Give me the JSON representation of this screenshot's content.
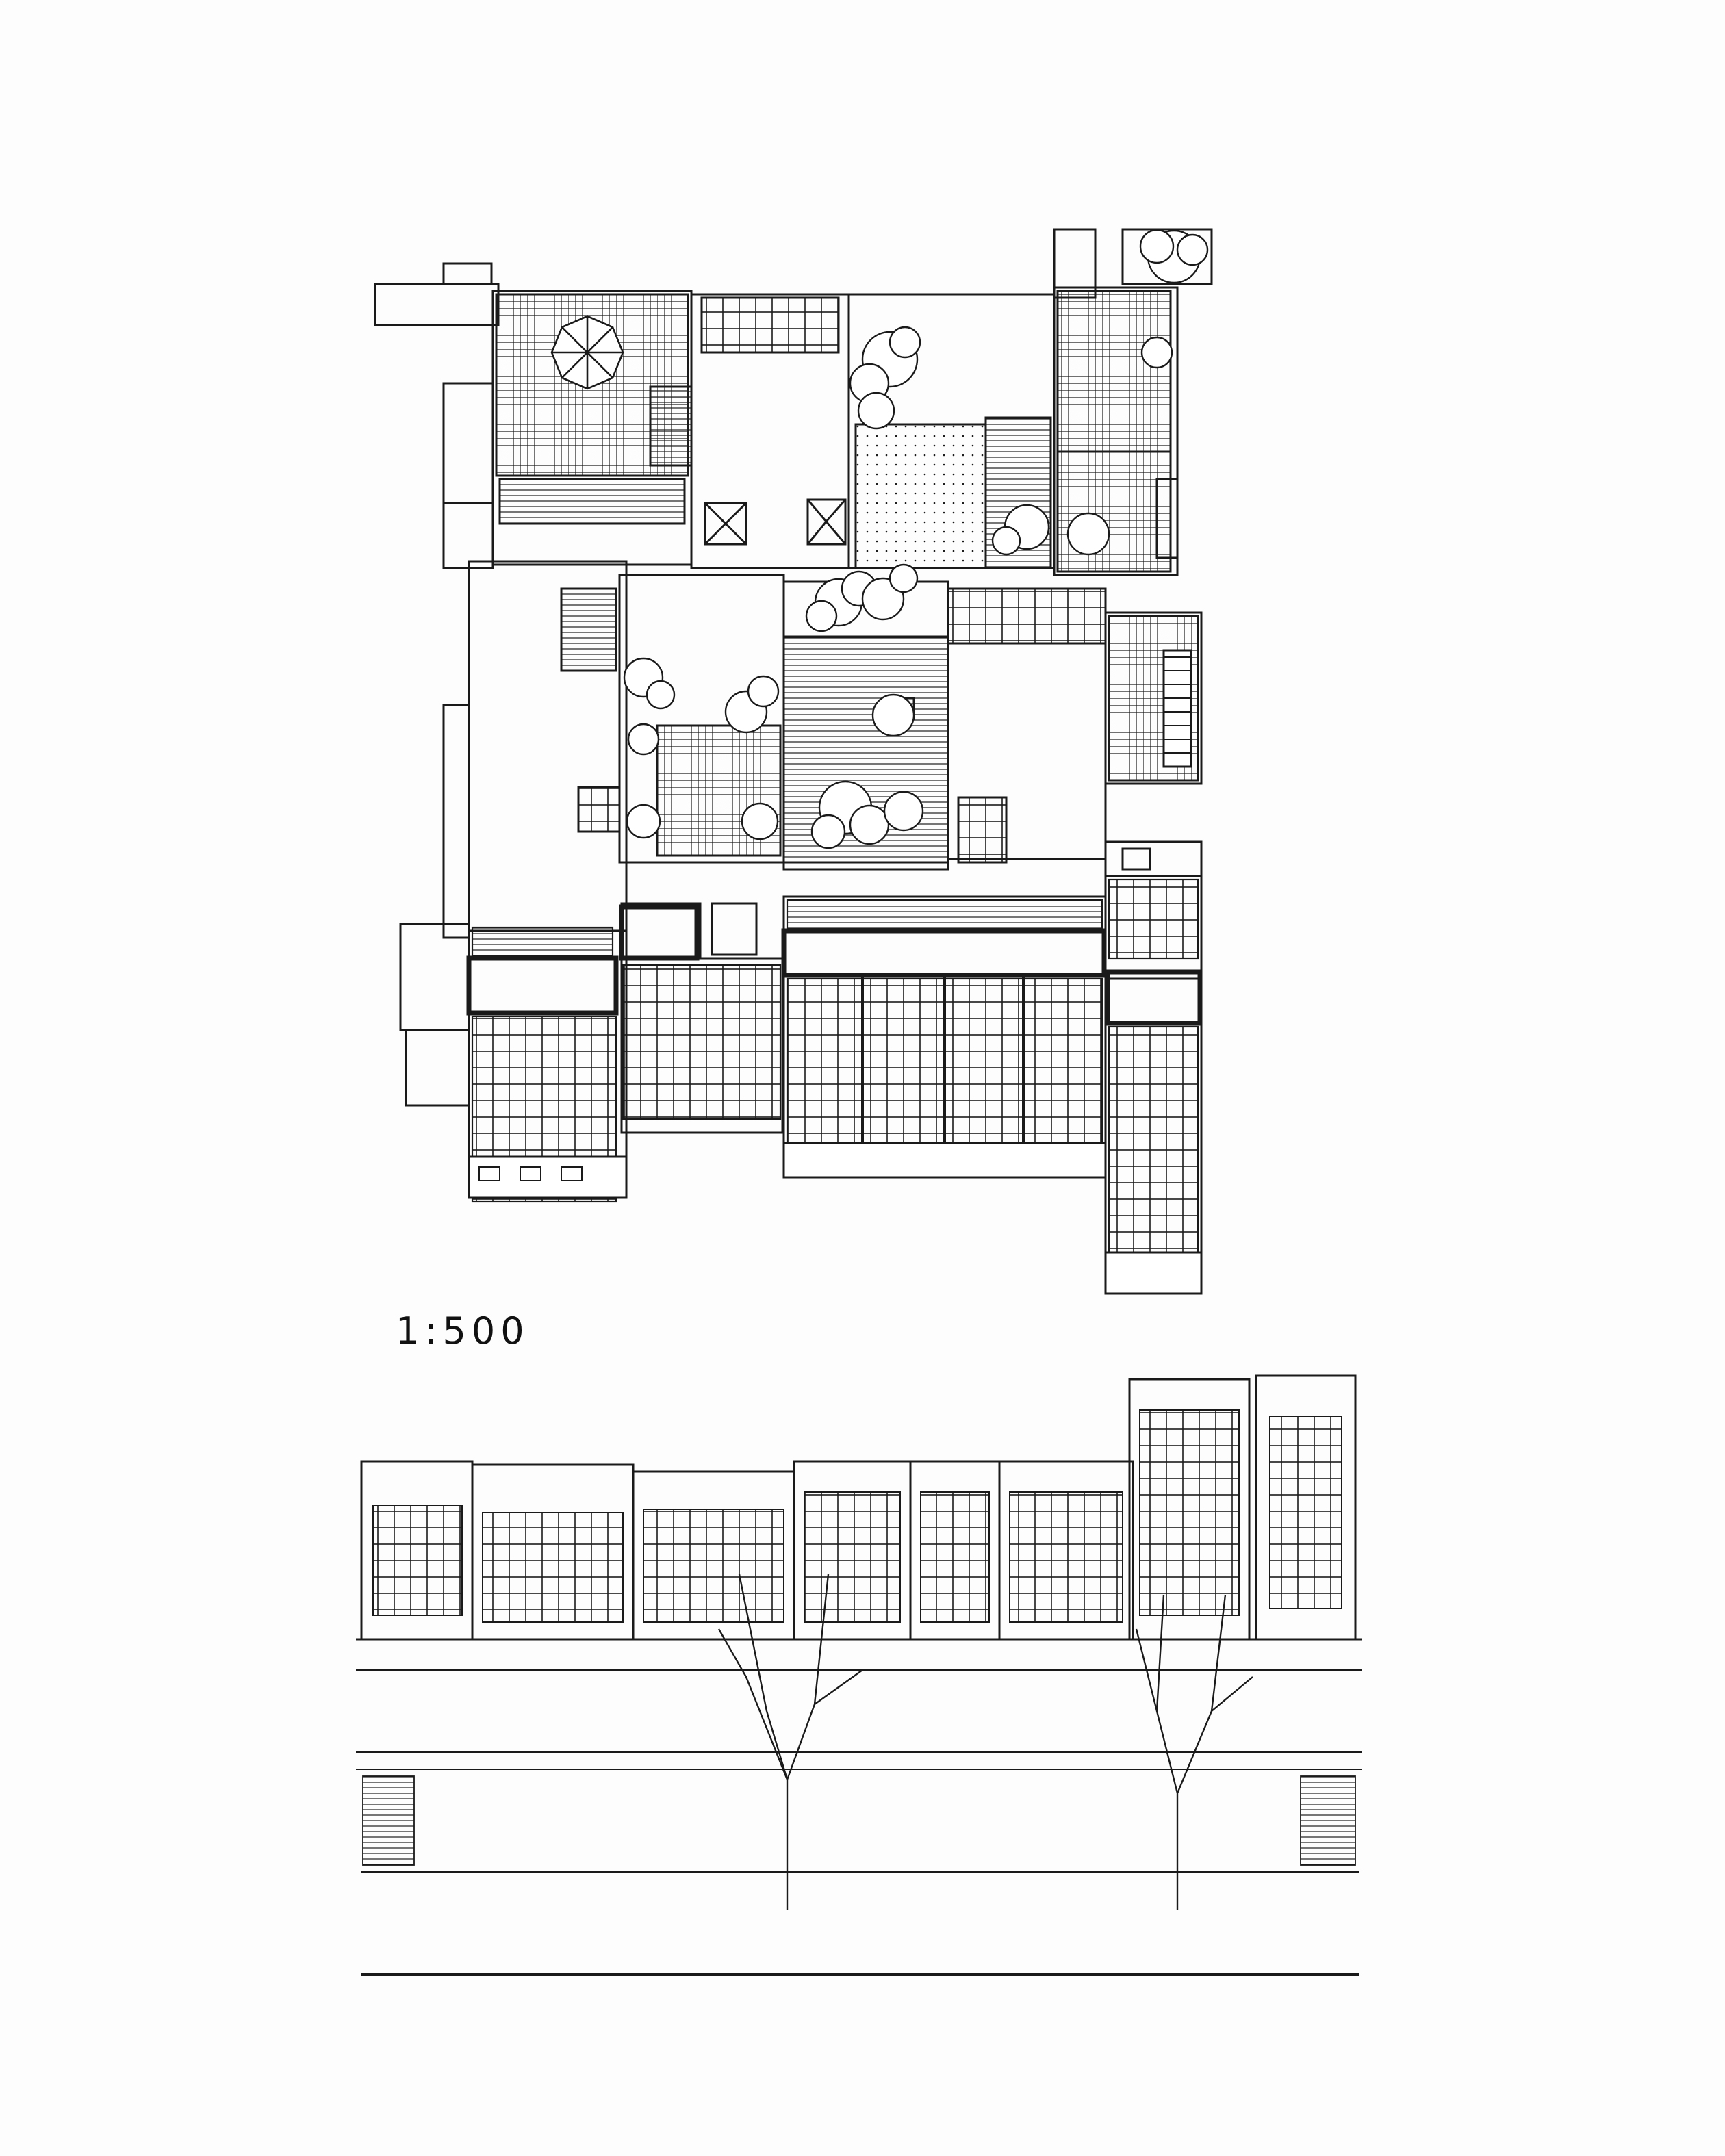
{
  "scale_label": "1:500",
  "colors": {
    "ink": "#1a1a1a",
    "paper": "#fdfdfd"
  },
  "sheet_parts": [
    "site-plan",
    "street-elevation"
  ]
}
